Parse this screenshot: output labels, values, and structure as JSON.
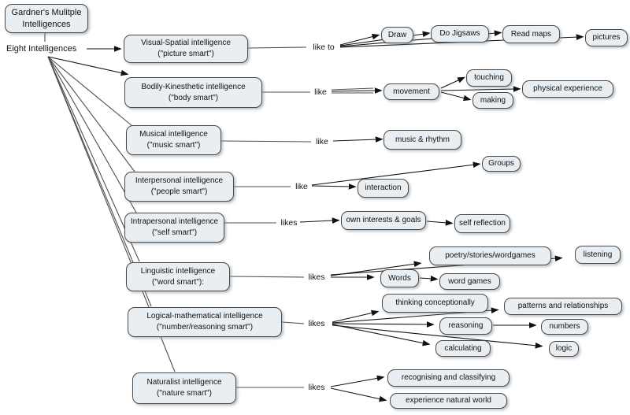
{
  "title": "Gardner's Mulitple\nIntelligences",
  "hub": "Eight Intelligences",
  "branches": [
    {
      "label": "Visual-Spatial intelligence\n(\"picture smart\")",
      "verb": "like to",
      "nodes": [
        {
          "label": "Draw"
        },
        {
          "label": "Do Jigsaws"
        },
        {
          "label": "Read maps"
        },
        {
          "label": "pictures"
        }
      ]
    },
    {
      "label": "Bodily-Kinesthetic intelligence\n(\"body smart\")",
      "verb": "like",
      "nodes": [
        {
          "label": "movement"
        },
        {
          "label": "touching"
        },
        {
          "label": "making"
        },
        {
          "label": "physical experience"
        }
      ]
    },
    {
      "label": "Musical intelligence\n(\"music smart\")",
      "verb": "like",
      "nodes": [
        {
          "label": "music & rhythm"
        }
      ]
    },
    {
      "label": "Interpersonal intelligence\n(\"people smart\")",
      "verb": "like",
      "nodes": [
        {
          "label": "interaction"
        },
        {
          "label": "Groups"
        }
      ]
    },
    {
      "label": "Intrapersonal intelligence\n(\"self smart\")",
      "verb": "likes",
      "nodes": [
        {
          "label": "own interests & goals"
        },
        {
          "label": "self reflection"
        }
      ]
    },
    {
      "label": "Linguistic intelligence\n(\"word smart\"):",
      "verb": "likes",
      "nodes": [
        {
          "label": "poetry/stories/wordgames"
        },
        {
          "label": "listening"
        },
        {
          "label": "Words"
        },
        {
          "label": "word games"
        }
      ]
    },
    {
      "label": "Logical-mathematical intelligence\n(\"number/reasoning smart\")",
      "verb": "likes",
      "nodes": [
        {
          "label": "thinking conceptionally"
        },
        {
          "label": "patterns and relationships"
        },
        {
          "label": "reasoning"
        },
        {
          "label": "numbers"
        },
        {
          "label": "calculating"
        },
        {
          "label": "logic"
        }
      ]
    },
    {
      "label": "Naturalist intelligence\n(\"nature smart\")",
      "verb": "likes",
      "nodes": [
        {
          "label": "recognising and classifying"
        },
        {
          "label": "experience natural world"
        }
      ]
    }
  ],
  "colors": {
    "node_fill": "#e9eef2",
    "node_border": "#4a4a4a",
    "plain_line": "#4f4f4f",
    "arrow_line": "#111111",
    "background": "#ffffff"
  }
}
